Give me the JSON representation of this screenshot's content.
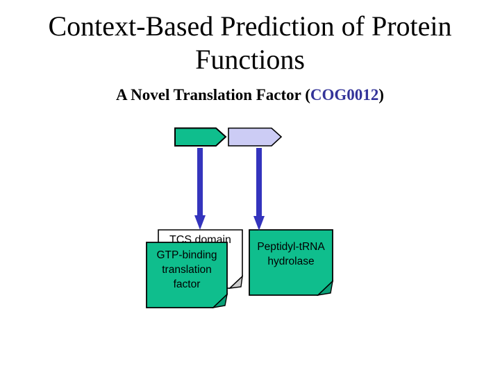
{
  "slide": {
    "title": {
      "line1": "Context-Based Prediction of Protein",
      "line2": "Functions"
    },
    "subtitle": {
      "prefix": "A Novel Translation Factor (",
      "cog_id": "COG0012",
      "suffix": ")"
    }
  },
  "diagram": {
    "gene_arrows": [
      {
        "label": "",
        "fill": "#0fbe8d"
      },
      {
        "label": "",
        "fill": "#ccccf5"
      }
    ],
    "down_arrow_color": "#3434bd",
    "tcs_box": {
      "label": "TCS domain",
      "fill": "#ffffff",
      "fold_fill": "#cccccc"
    },
    "gtp_note": {
      "label": "GTP-binding\ntranslation\nfactor",
      "fill": "#0fbe8d",
      "fold_fill": "#0a9f77"
    },
    "pep_note": {
      "label": "Peptidyl-tRNA\nhydrolase",
      "fill": "#0fbe8d",
      "fold_fill": "#0a9f77"
    }
  },
  "colors": {
    "cog_highlight": "#333399",
    "title_text": "#000000"
  }
}
